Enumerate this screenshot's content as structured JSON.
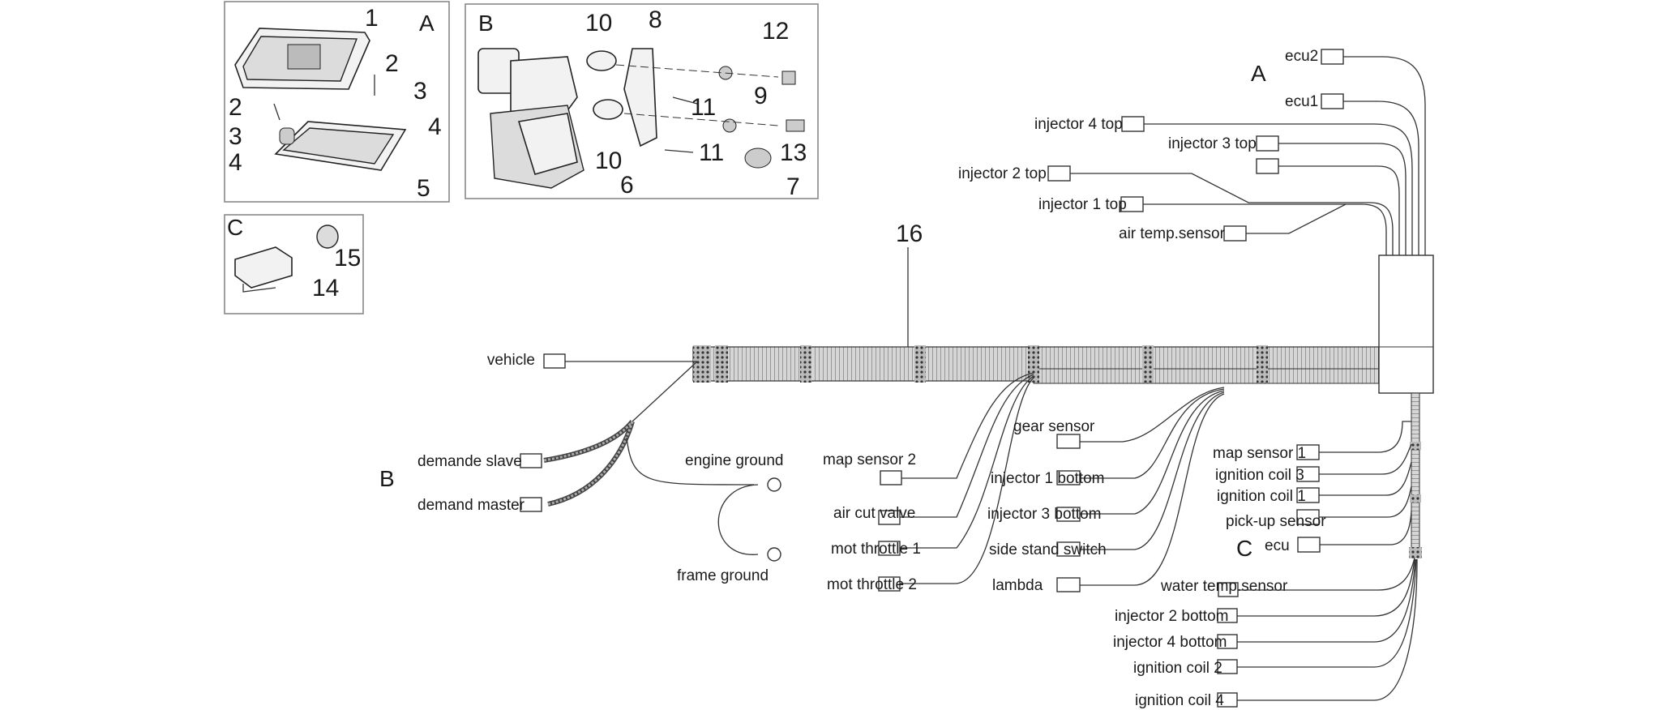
{
  "colors": {
    "line": "#333333",
    "text": "#1a1a1a",
    "panel_border": "#888888",
    "harness_fill": "#bdbdbd"
  },
  "panels": {
    "a": {
      "letter": "A",
      "numbers": [
        "1",
        "2",
        "2",
        "3",
        "3",
        "4",
        "4",
        "5"
      ]
    },
    "b": {
      "letter": "B",
      "numbers": [
        "10",
        "8",
        "12",
        "9",
        "11",
        "10",
        "11",
        "13",
        "6",
        "7"
      ]
    },
    "c": {
      "letter": "C",
      "numbers": [
        "15",
        "14"
      ]
    }
  },
  "main_part_number": "16",
  "group_letters": {
    "top_right": "A",
    "left": "B",
    "right": "C"
  },
  "connectors": {
    "vehicle": "vehicle",
    "demande_slave": "demande slave",
    "demand_master": "demand master",
    "engine_ground": "engine ground",
    "frame_ground": "frame ground",
    "map_sensor_2": "map sensor 2",
    "air_cut_valve": "air cut valve",
    "mot_throttle_1": "mot throttle 1",
    "mot_throttle_2": "mot throttle 2",
    "gear_sensor": "gear sensor",
    "injector_1_bottom": "injector 1 bottom",
    "injector_3_bottom": "injector 3 bottom",
    "side_stand_switch": "side stand switch",
    "lambda": "lambda",
    "ecu2": "ecu2",
    "ecu1": "ecu1",
    "injector_4_top": "injector 4 top",
    "injector_3_top": "injector 3 top",
    "injector_2_top": "injector 2 top",
    "injector_1_top": "injector 1 top",
    "air_temp_sensor": "air temp.sensor",
    "map_sensor_1": "map sensor 1",
    "ignition_coil_3": "ignition coil 3",
    "ignition_coil_1": "ignition coil 1",
    "pick_up_sensor": "pick-up sensor",
    "ecu": "ecu",
    "water_temp_sensor": "water temp.sensor",
    "injector_2_bottom": "injector 2 bottom",
    "injector_4_bottom": "injector 4 bottom",
    "ignition_coil_2": "ignition coil 2",
    "ignition_coil_4": "ignition coil 4"
  }
}
